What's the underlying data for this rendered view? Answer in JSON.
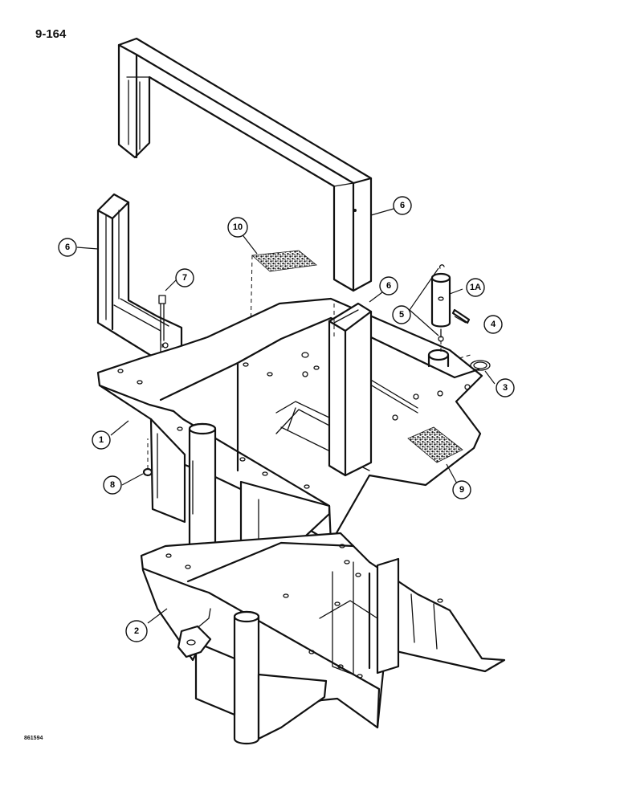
{
  "page": {
    "page_number": "9-164",
    "drawing_code": "861594"
  },
  "callouts": [
    {
      "id": "1",
      "label": "1"
    },
    {
      "id": "1A",
      "label": "1A"
    },
    {
      "id": "2",
      "label": "2"
    },
    {
      "id": "3",
      "label": "3"
    },
    {
      "id": "4",
      "label": "4"
    },
    {
      "id": "5",
      "label": "5"
    },
    {
      "id": "6a",
      "label": "6"
    },
    {
      "id": "6b",
      "label": "6"
    },
    {
      "id": "6c",
      "label": "6"
    },
    {
      "id": "7",
      "label": "7"
    },
    {
      "id": "8",
      "label": "8"
    },
    {
      "id": "9",
      "label": "9"
    },
    {
      "id": "10",
      "label": "10"
    }
  ]
}
